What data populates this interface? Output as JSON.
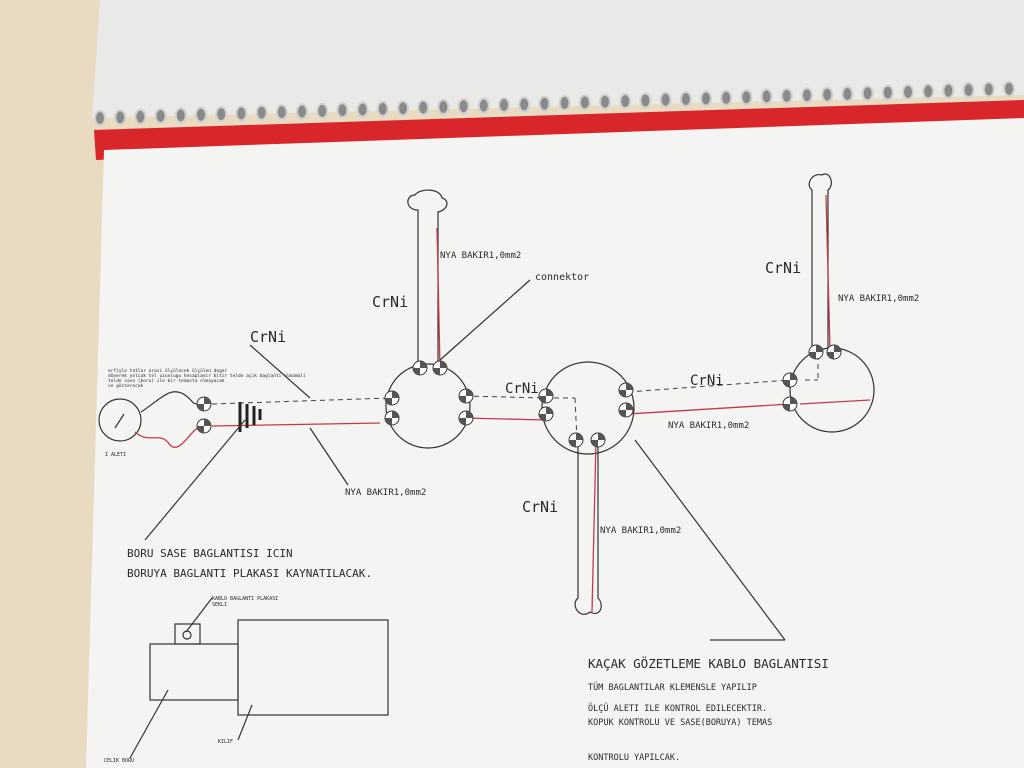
{
  "diagram": {
    "labels": {
      "nya_1": "NYA BAKIR1,0mm2",
      "nya_2": "NYA BAKIR1,0mm2",
      "nya_3": "NYA BAKIR1,0mm2",
      "nya_4": "NYA BAKIR1,0mm2",
      "nya_5": "NYA BAKIR1,0mm2",
      "connector": "connektor",
      "crni_1": "CrNi",
      "crni_2": "CrNi",
      "crni_3": "CrNi",
      "crni_4": "CrNi",
      "crni_5": "CrNi",
      "crni_6": "CrNi",
      "instrument": "I ALETI"
    },
    "note_small": [
      "erfiyle tatlar arasi ölçülecek ölçülen deger",
      "dönerek yolcak tel uzunlugu hesaplanir bitir telde açik baglanti olmamali",
      "telde sase (boru) ile bir temasta olmayacak",
      "ve gösterecek"
    ],
    "pipe_note": [
      "BORU SASE BAGLANTISI ICIN",
      "BORUYA BAGLANTI PLAKASI KAYNATILACAK."
    ],
    "detail": {
      "plate_label_1": "KABLO BAGLANTI PLAKASI",
      "plate_label_2": "SEKLI",
      "jacket": "KILIF",
      "pipe": "CELIK BORU"
    },
    "main_note": {
      "title": "KAÇAK GÖZETLEME KABLO BAGLANTISI",
      "lines": [
        "TÜM BAGLANTILAR KLEMENSLE YAPILIP",
        "ÖLÇÜ ALETI ILE KONTROL EDILECEKTIR.",
        "KOPUK KONTROLU VE SASE(BORUYA) TEMAS",
        "KONTROLU YAPILCAK."
      ]
    },
    "colors": {
      "wire_red": "#c33b4a",
      "binding_red": "#d8262a",
      "paper": "#f4f4f2"
    }
  }
}
